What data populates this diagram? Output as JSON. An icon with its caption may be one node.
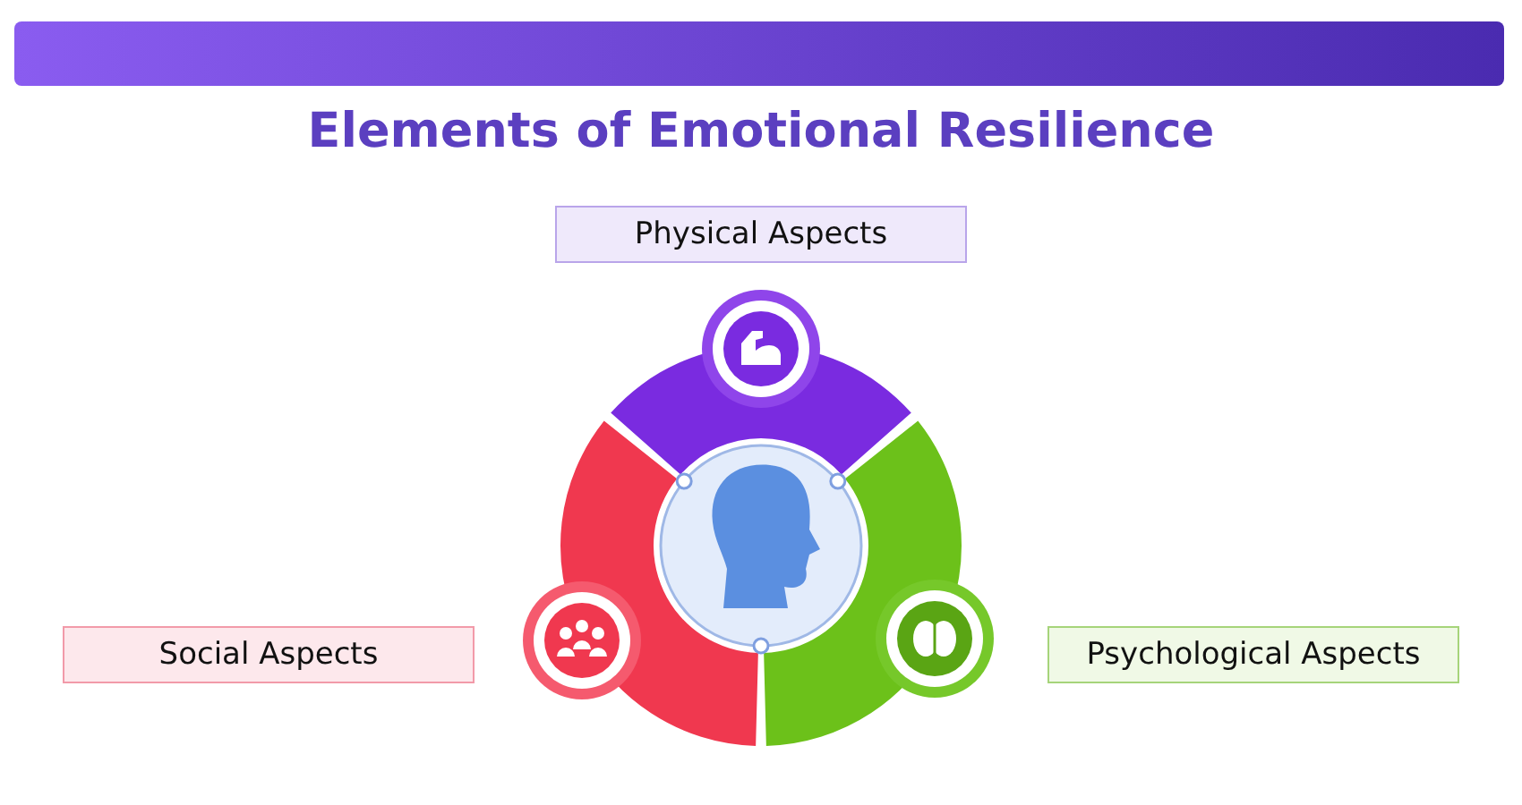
{
  "diagram": {
    "title": "Elements of Emotional Resilience",
    "nodes": [
      {
        "text": [
          "Physical Aspects"
        ]
      },
      {
        "text": [
          "Social Aspects"
        ]
      },
      {
        "text": [
          "Psychological Aspects"
        ]
      }
    ]
  }
}
